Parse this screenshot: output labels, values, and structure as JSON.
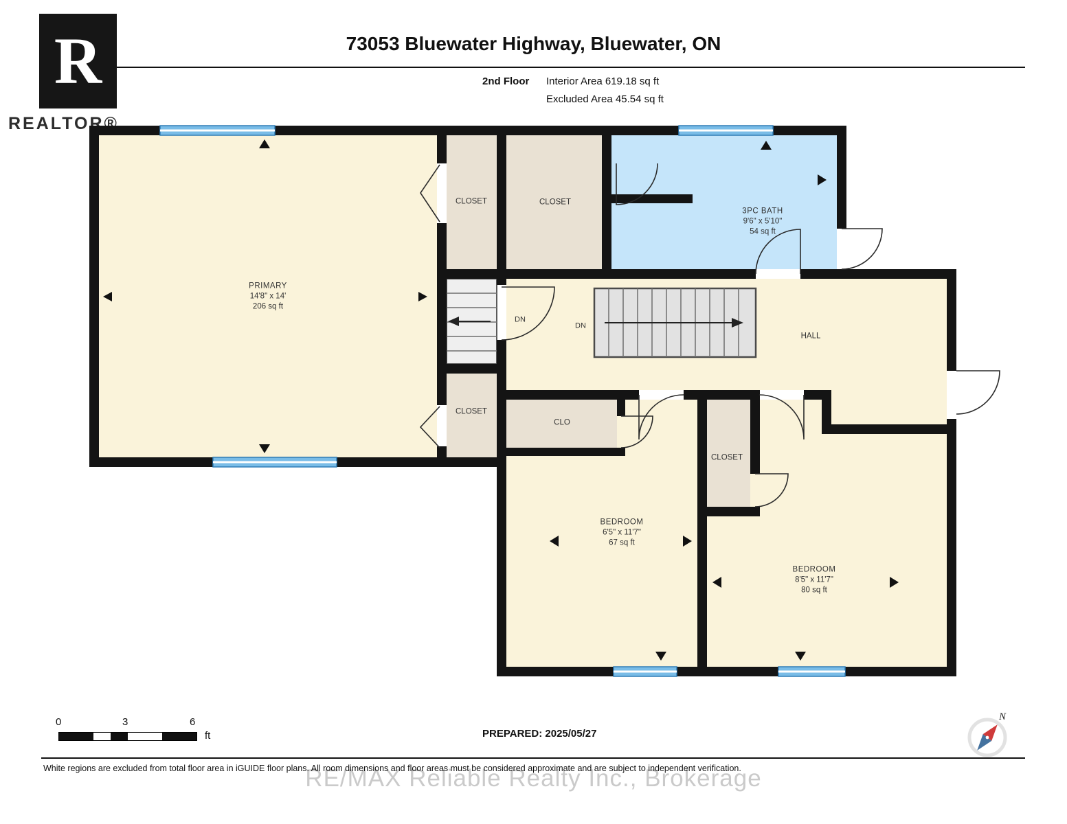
{
  "header": {
    "title": "73053 Bluewater Highway, Bluewater, ON",
    "floor_label": "2nd Floor",
    "interior_area": "Interior Area 619.18 sq ft",
    "excluded_area": "Excluded Area 45.54 sq ft"
  },
  "logo": {
    "letter": "R",
    "brand": "REALTOR®"
  },
  "rooms": {
    "primary": {
      "name": "PRIMARY",
      "dims": "14'8\" x 14'",
      "area": "206 sq ft"
    },
    "closet_top_1": {
      "name": "CLOSET"
    },
    "closet_top_2": {
      "name": "CLOSET"
    },
    "bath": {
      "name": "3PC BATH",
      "dims": "9'6\" x 5'10\"",
      "area": "54 sq ft"
    },
    "hall": {
      "name": "HALL"
    },
    "closet_mid": {
      "name": "CLOSET"
    },
    "clo": {
      "name": "CLO"
    },
    "closet_between": {
      "name": "CLOSET"
    },
    "bedroom_small": {
      "name": "BEDROOM",
      "dims": "6'5\" x 11'7\"",
      "area": "67 sq ft"
    },
    "bedroom_large": {
      "name": "BEDROOM",
      "dims": "8'5\" x 11'7\"",
      "area": "80 sq ft"
    },
    "stairs_down_1": "DN",
    "stairs_down_2": "DN"
  },
  "footer": {
    "scale": {
      "start": "0",
      "mid": "3",
      "end": "6",
      "unit": "ft"
    },
    "prepared": "PREPARED: 2025/05/27",
    "compass_label": "N",
    "disclaimer": "White regions are excluded from total floor area in iGUIDE floor plans. All room dimensions and floor areas must be considered approximate and are subject to independent verification.",
    "watermark": "RE/MAX Reliable Realty Inc., Brokerage"
  },
  "colors": {
    "wall": "#141414",
    "room_fill": "#faf3da",
    "closet_fill": "#e9e1d3",
    "bath_fill": "#c5e5fa",
    "window_fill": "#79bce7",
    "stair_fill": "#e2e2e2"
  }
}
